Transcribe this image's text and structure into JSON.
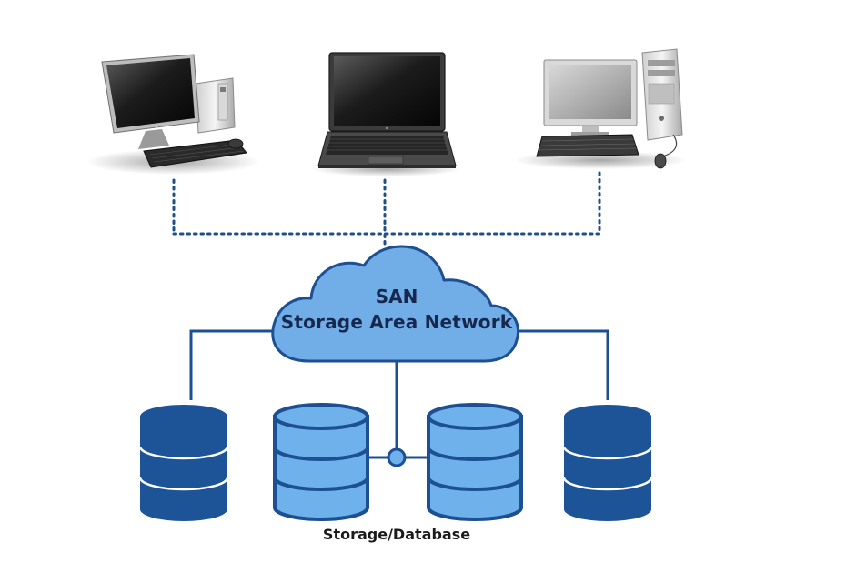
{
  "cloud": {
    "title": "SAN",
    "subtitle": "Storage Area Network"
  },
  "storage": {
    "label": "Storage/Database"
  },
  "clients": [
    {
      "icon": "all-in-one-desktop-icon"
    },
    {
      "icon": "laptop-icon"
    },
    {
      "icon": "desktop-tower-pc-icon"
    }
  ],
  "colors": {
    "cloud_fill": "#71aee8",
    "cloud_stroke": "#1d4f93",
    "db_dark": "#1d5497",
    "db_light": "#6fb1eb",
    "connector": "#1d4f93",
    "dotted": "#1f4f8a"
  }
}
